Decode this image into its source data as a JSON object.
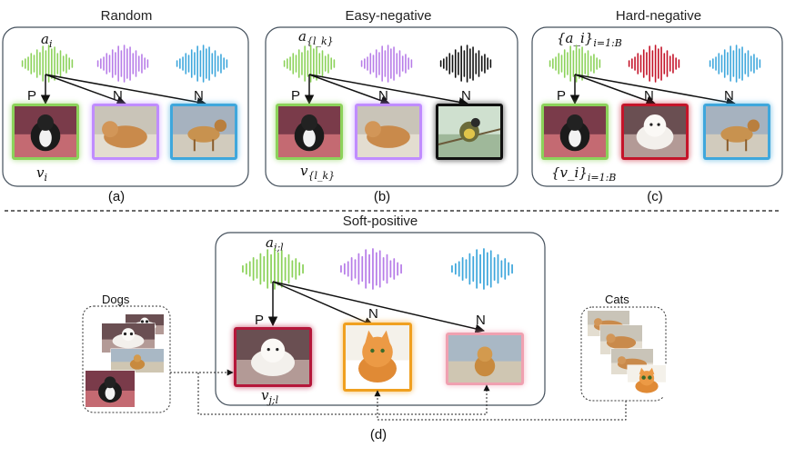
{
  "panels": {
    "random": {
      "title": "Random",
      "anchor_audio": "a",
      "anchor_audio_sub": "i",
      "video_label": "v",
      "video_label_sub": "i",
      "pair_labels": [
        "P",
        "N",
        "N"
      ],
      "caption": "(a)",
      "wave_colors": [
        "#8cd25a",
        "#b77de8",
        "#3fa7dc"
      ],
      "frame_colors": [
        "#8cd25a",
        "#c08cff",
        "#3fa7dc"
      ],
      "images": [
        "dog-on-rug",
        "cat-lying",
        "dog-on-street"
      ]
    },
    "easy": {
      "title": "Easy-negative",
      "anchor_audio": "a",
      "anchor_audio_sub": "{l_k}",
      "video_label": "v",
      "video_label_sub": "{l_k}",
      "pair_labels": [
        "P",
        "N",
        "N"
      ],
      "caption": "(b)",
      "wave_colors": [
        "#8cd25a",
        "#b77de8",
        "#111111"
      ],
      "frame_colors": [
        "#8cd25a",
        "#c08cff",
        "#111111"
      ],
      "images": [
        "dog-on-rug",
        "cat-lying",
        "bird-on-branch"
      ]
    },
    "hard": {
      "title": "Hard-negative",
      "anchor_audio": "{a_i}",
      "anchor_audio_sub": "i=1:B",
      "video_label": "{v_i}",
      "video_label_sub": "i=1:B",
      "pair_labels": [
        "P",
        "N",
        "N"
      ],
      "caption": "(c)",
      "wave_colors": [
        "#8cd25a",
        "#c4152a",
        "#3fa7dc"
      ],
      "frame_colors": [
        "#8cd25a",
        "#c4152a",
        "#3fa7dc"
      ],
      "images": [
        "dog-on-rug",
        "white-dog",
        "dog-on-street"
      ]
    },
    "soft": {
      "title": "Soft-positive",
      "anchor_audio": "a",
      "anchor_audio_sub": "i;l",
      "video_label": "v",
      "video_label_sub": "j;l",
      "pair_labels": [
        "P",
        "N",
        "N"
      ],
      "caption": "(d)",
      "wave_colors": [
        "#8cd25a",
        "#b77de8",
        "#3fa7dc"
      ],
      "frame_colors": [
        "#b5173a",
        "#f0a020",
        "#f0a0b0"
      ],
      "images": [
        "white-dog",
        "orange-cat",
        "golden-puppy"
      ]
    }
  },
  "groups": {
    "dogs": {
      "label": "Dogs"
    },
    "cats": {
      "label": "Cats"
    }
  }
}
